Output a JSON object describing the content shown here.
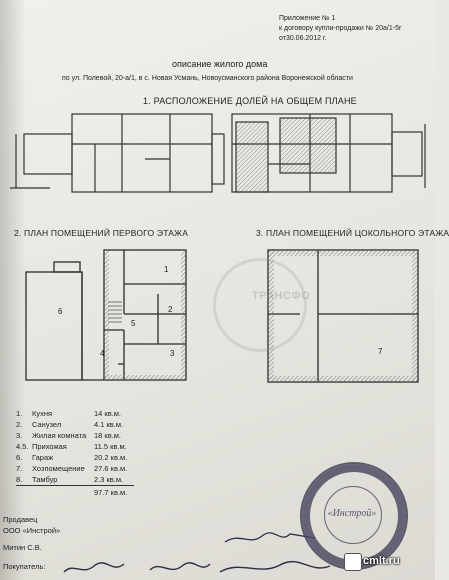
{
  "appendix": {
    "line1": "Приложение № 1",
    "line2": "к договору купли-продажи № 20а/1-5г",
    "line3": "от30.06.2012 г."
  },
  "title": "описание жилого дома",
  "address": "по ул. Полевой, 20-а/1, в с. Новая Усмань, Новоусманского района Воронежской области",
  "sections": {
    "s1": "1. РАСПОЛОЖЕНИЕ ДОЛЕЙ НА ОБЩЕМ ПЛАНЕ",
    "s2": "2. ПЛАН ПОМЕЩЕНИЙ ПЕРВОГО ЭТАЖА",
    "s3": "3. ПЛАН ПОМЕЩЕНИЙ ЦОКОЛЬНОГО ЭТАЖА"
  },
  "plan_labels": {
    "r1": "1",
    "r2": "2",
    "r3": "3",
    "r4": "4",
    "r5": "5",
    "r6": "6",
    "r7": "7"
  },
  "rooms": [
    {
      "num": "1.",
      "name": "Кухня",
      "area": "14 кв.м."
    },
    {
      "num": "2.",
      "name": "Санузел",
      "area": "4.1 кв.м."
    },
    {
      "num": "3.",
      "name": "Жилая комната",
      "area": "18 кв.м."
    },
    {
      "num": "4.5.",
      "name": "Прихожая",
      "area": "11.5 кв.м."
    },
    {
      "num": "6.",
      "name": "Гараж",
      "area": "20.2 кв.м."
    },
    {
      "num": "7.",
      "name": "Хозпомещение",
      "area": "27.6 кв.м."
    },
    {
      "num": "8.",
      "name": "Тамбур",
      "area": "2.3 кв.м."
    }
  ],
  "total": "97.7 кв.м.",
  "seller": {
    "label": "Продавец",
    "org": "ООО «Инстрой»",
    "person": "Митин С.В."
  },
  "buyer": {
    "label": "Покупатель:"
  },
  "stamp_text": "«Инстрой»",
  "watermark": "ТРАНСФО",
  "site": "cmlt.ru",
  "colors": {
    "ink": "#222222",
    "stamp": "#3e3c52",
    "hatch": "#8a8a8a"
  }
}
